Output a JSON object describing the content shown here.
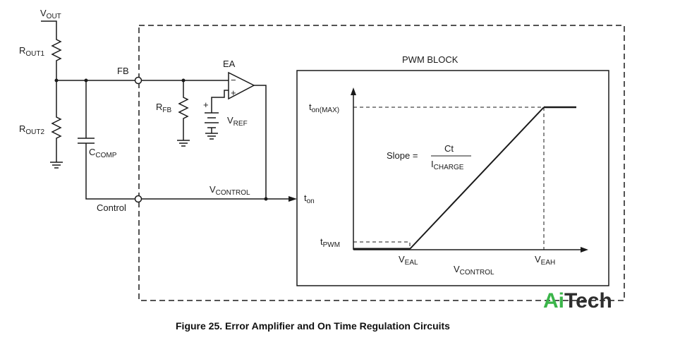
{
  "labels": {
    "vout": {
      "main": "V",
      "sub": "OUT"
    },
    "rout1": {
      "main": "R",
      "sub": "OUT1"
    },
    "rout2": {
      "main": "R",
      "sub": "OUT2"
    },
    "ccomp": {
      "main": "C",
      "sub": "COMP"
    },
    "fb": "FB",
    "rfb": {
      "main": "R",
      "sub": "FB"
    },
    "ea": "EA",
    "minus": "−",
    "plus": "+",
    "vref": {
      "main": "V",
      "sub": "REF"
    },
    "vcontrol": {
      "main": "V",
      "sub": "CONTROL"
    },
    "control": "Control",
    "ton": {
      "main": "t",
      "sub": "on"
    },
    "pwm_block": "PWM BLOCK"
  },
  "graph": {
    "ton_max": {
      "main": "t",
      "sub": "on(MAX)"
    },
    "tpwm": {
      "main": "t",
      "sub": "PWM"
    },
    "veal": {
      "main": "V",
      "sub": "EAL"
    },
    "veah": {
      "main": "V",
      "sub": "EAH"
    },
    "xaxis": {
      "main": "V",
      "sub": "CONTROL"
    },
    "slope_label": "Slope =",
    "slope_num": "Ct",
    "slope_den": {
      "main": "I",
      "sub": "CHARGE"
    }
  },
  "caption": "Figure 25. Error Amplifier and On Time Regulation Circuits",
  "logo": {
    "part1": "Ai",
    "part2": "Tech"
  },
  "colors": {
    "line": "#1a1a1a",
    "logo_green": "#3bb54a",
    "logo_dark": "#2e2e2e"
  }
}
